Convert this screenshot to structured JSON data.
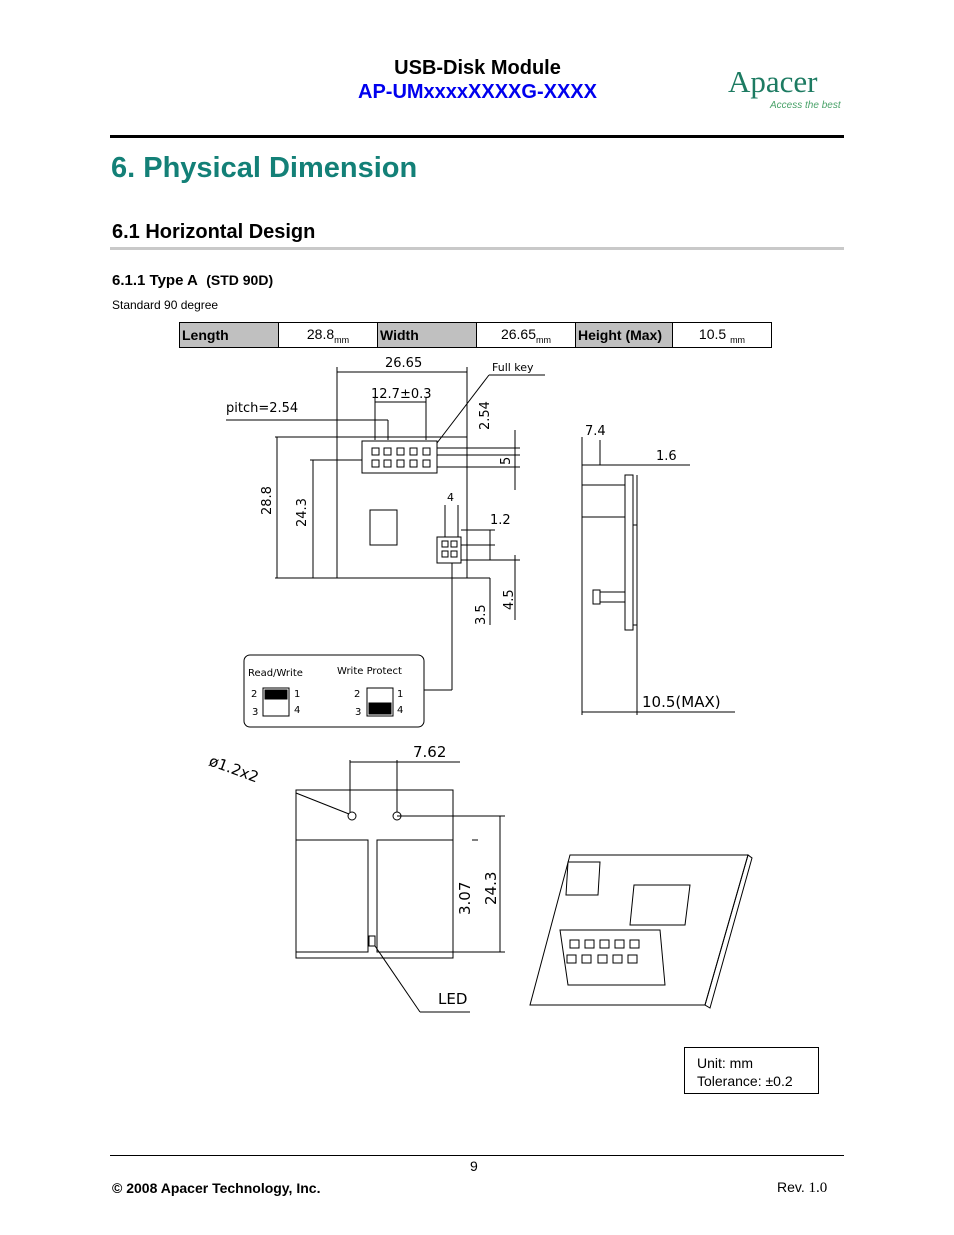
{
  "header": {
    "title": "USB-Disk Module",
    "subtitle": "AP-UMxxxxXXXXG-XXXX",
    "logo_text": "Apacer",
    "logo_tagline": "Access the best"
  },
  "section": {
    "heading": "6. Physical Dimension",
    "subheading": "6.1 Horizontal Design",
    "subsubheading": "6.1.1 Type A",
    "subsubheading_note": "(STD 90D)",
    "description": "Standard 90 degree"
  },
  "dimensions": {
    "length_label": "Length",
    "length_value": "28.8",
    "width_label": "Width",
    "width_value": "26.65",
    "height_label": "Height (Max)",
    "height_value": "10.5",
    "unit": "mm"
  },
  "drawing_labels": {
    "top_width": "26.65",
    "full_key": "Full key",
    "pitch_span": "12.7±0.3",
    "pitch": "pitch=2.54",
    "dim_254": "2.54",
    "dim_5": "5",
    "dim_288": "28.8",
    "dim_243": "24.3",
    "dim_4": "4",
    "dim_12": "1.2",
    "dim_45": "4.5",
    "dim_35": "3.5",
    "dim_74": "7.4",
    "dim_16": "1.6",
    "height_max": "10.5(MAX)",
    "read_write": "Read/Write",
    "write_protect": "Write Protect",
    "pin_2": "2",
    "pin_1": "1",
    "pin_3": "3",
    "pin_4": "4",
    "hole": "ø1.2x2",
    "dim_762": "7.62",
    "dim_307": "3.07",
    "dim_243b": "24.3",
    "led": "LED"
  },
  "unit_box": {
    "unit": "Unit: mm",
    "tolerance": "Tolerance: ±0.2"
  },
  "footer": {
    "page": "9",
    "copyright": "© 2008 Apacer Technology, Inc.",
    "rev_label": "Rev.",
    "rev_value": "1.0"
  }
}
